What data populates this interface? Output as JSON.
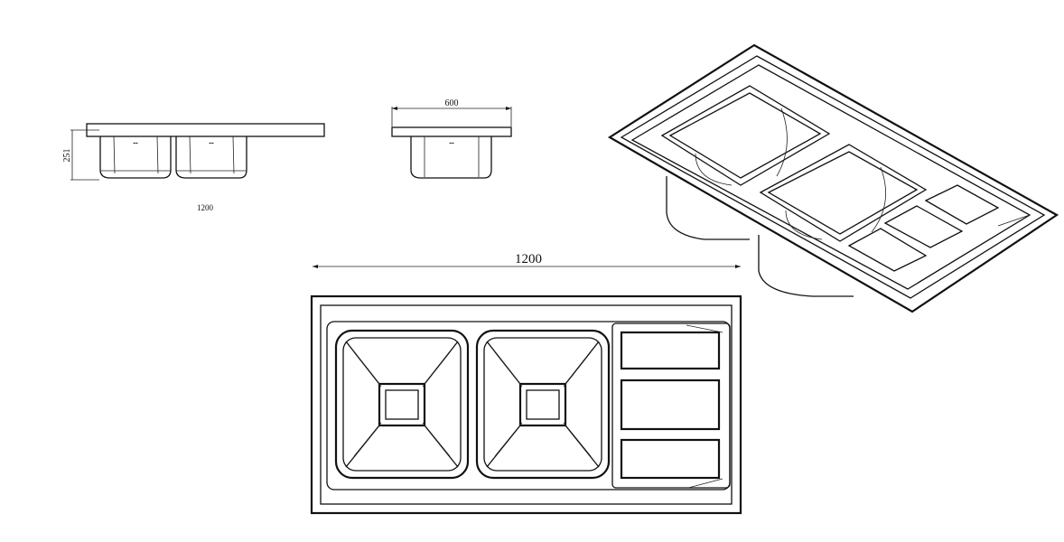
{
  "drawing": {
    "front_view": {
      "height_label": "251",
      "width_label": "1200"
    },
    "side_view": {
      "width_label": "600"
    },
    "top_view": {
      "width_label": "1200"
    }
  }
}
